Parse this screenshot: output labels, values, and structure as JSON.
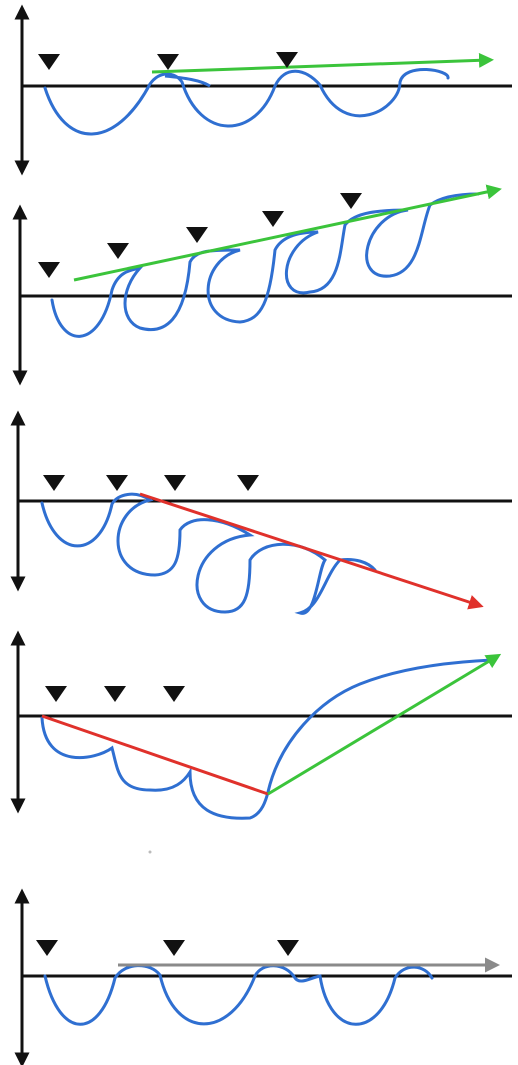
{
  "colors": {
    "background": "#ffffff",
    "axis": "#111111",
    "wave": "#2f6fd1",
    "rising": "#3bc43b",
    "falling": "#e0312b",
    "flat": "#8a8a8a",
    "eye_marker": "#111111"
  },
  "panels": [
    {
      "id": "panel-1",
      "trend_color": "rising",
      "eye_markers": 3
    },
    {
      "id": "panel-2",
      "trend_color": "rising",
      "eye_markers": 5
    },
    {
      "id": "panel-3",
      "trend_color": "falling",
      "eye_markers": 4
    },
    {
      "id": "panel-4",
      "trend_colors": [
        "falling",
        "rising"
      ],
      "eye_markers": 3
    },
    {
      "id": "panel-5",
      "trend_color": "flat",
      "eye_markers": 3
    }
  ]
}
